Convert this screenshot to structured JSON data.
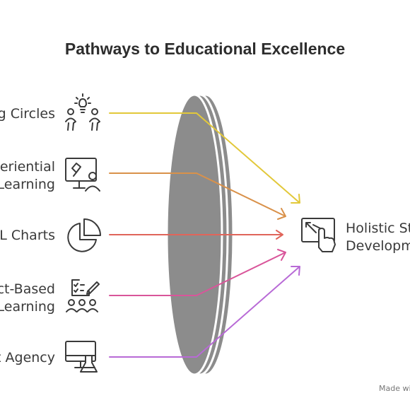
{
  "title": "Pathways to Educational Excellence",
  "inputs": [
    {
      "line1": "g Circles",
      "line2": "",
      "icon": "people-lightbulb-icon",
      "arrow_color": "#e2c83a"
    },
    {
      "line1": "periential",
      "line2": "Learning",
      "icon": "presentation-board-icon",
      "arrow_color": "#d9914a"
    },
    {
      "line1": "L Charts",
      "line2": "",
      "icon": "pie-chart-icon",
      "arrow_color": "#e0655a"
    },
    {
      "line1": "ct-Based",
      "line2": "Learning",
      "icon": "checklist-team-icon",
      "arrow_color": "#d9559a"
    },
    {
      "line1": "t Agency",
      "line2": "",
      "icon": "computer-lab-flask-icon",
      "arrow_color": "#b86ad6"
    }
  ],
  "output": {
    "line1": "Holistic St",
    "line2": "Developm",
    "icon": "expand-touch-icon"
  },
  "lens_color": "#8c8c8c",
  "footer": "Made wi"
}
